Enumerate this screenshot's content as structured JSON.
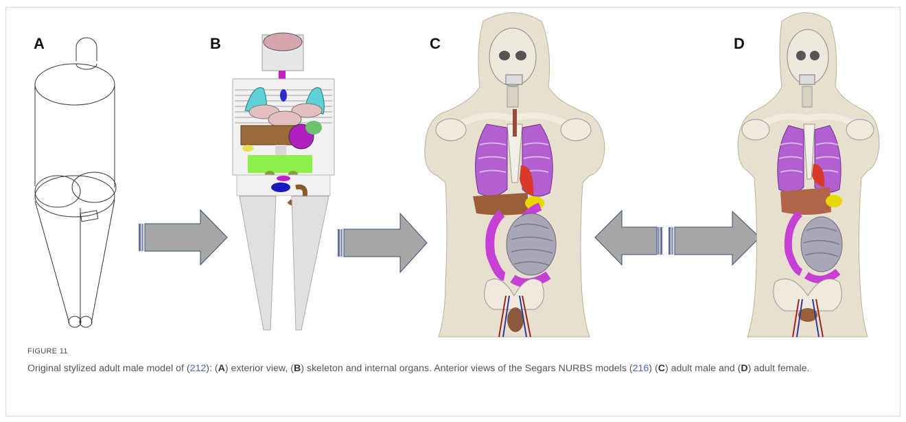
{
  "panels": [
    {
      "letter": "A",
      "description": "exterior view"
    },
    {
      "letter": "B",
      "description": "skeleton and internal organs"
    },
    {
      "letter": "C",
      "description": "adult male"
    },
    {
      "letter": "D",
      "description": "adult female"
    }
  ],
  "figure": {
    "label": "FIGURE 11",
    "caption": {
      "part1": "Original stylized adult male model of (",
      "ref1": "212",
      "part2": "): (",
      "letter_a": "A",
      "part3": ") exterior view, (",
      "letter_b": "B",
      "part4": ") skeleton and internal organs. Anterior views of the Segars NURBS models (",
      "ref2": "216",
      "part5": ") (",
      "letter_c": "C",
      "part6": ") adult male and (",
      "letter_d": "D",
      "part7": ") adult female."
    }
  },
  "colors": {
    "arrow_fill": "#a6a6a6",
    "arrow_stroke": "#3b4a72",
    "link": "#4c62c9",
    "skin": "#e7e0cf",
    "lung": "#b25fd1",
    "intestine": "#a9a7b6"
  }
}
